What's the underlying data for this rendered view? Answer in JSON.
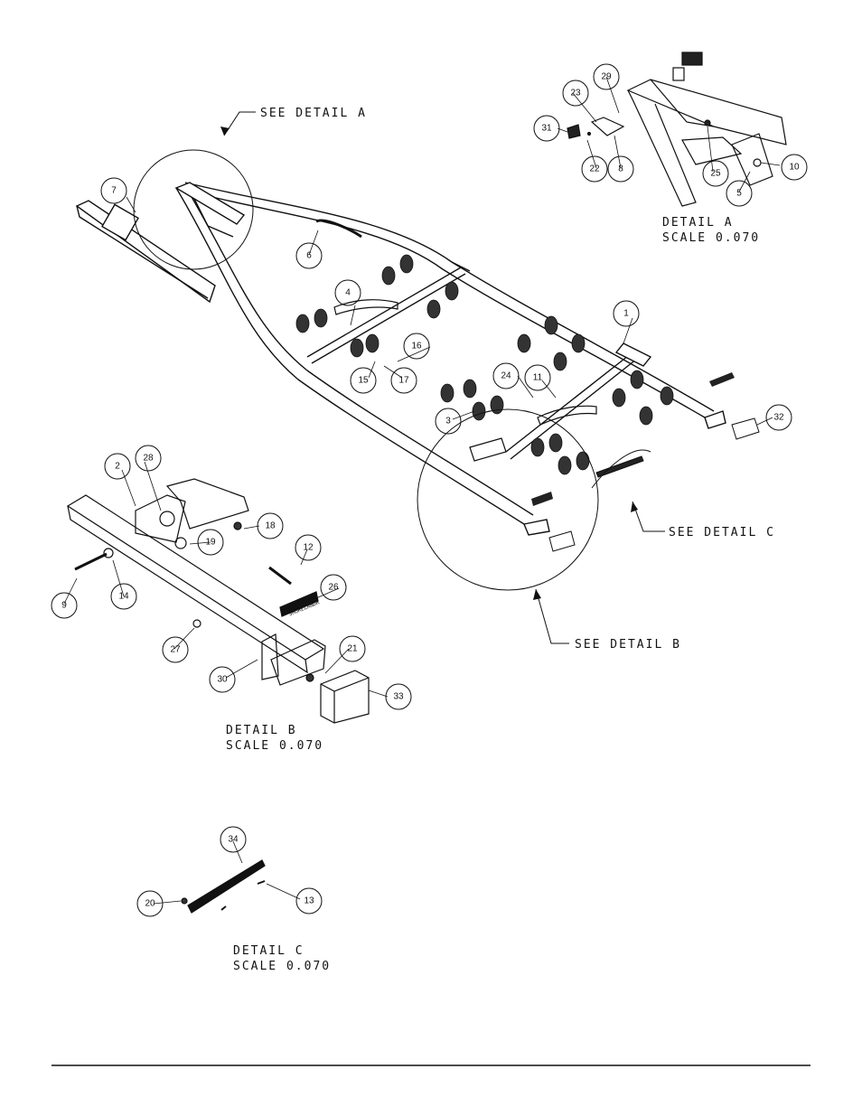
{
  "callouts": {
    "detail_a": "SEE DETAIL  A",
    "detail_b": "SEE DETAIL  B",
    "detail_c": "SEE DETAIL  C"
  },
  "detail_labels": {
    "a_title": "DETAIL  A",
    "a_scale": "SCALE  0.070",
    "b_title": "DETAIL  B",
    "b_scale": "SCALE  0.070",
    "c_title": "DETAIL  C",
    "c_scale": "SCALE  0.070"
  },
  "pad_brand_text": "SHORELANDR",
  "balloons": {
    "b1": "1",
    "b2": "2",
    "b3": "3",
    "b4": "4",
    "b5": "5",
    "b6": "6",
    "b7": "7",
    "b8": "8",
    "b9": "9",
    "b10": "10",
    "b11": "11",
    "b12": "12",
    "b13": "13",
    "b14": "14",
    "b15": "15",
    "b16": "16",
    "b17": "17",
    "b18": "18",
    "b19": "19",
    "b20": "20",
    "b21": "21",
    "b22": "22",
    "b23": "23",
    "b24": "24",
    "b25": "25",
    "b26": "26",
    "b27": "27",
    "b28": "28",
    "b29": "29",
    "b30": "30",
    "b31": "31",
    "b32": "32",
    "b33": "33",
    "b34": "34"
  }
}
